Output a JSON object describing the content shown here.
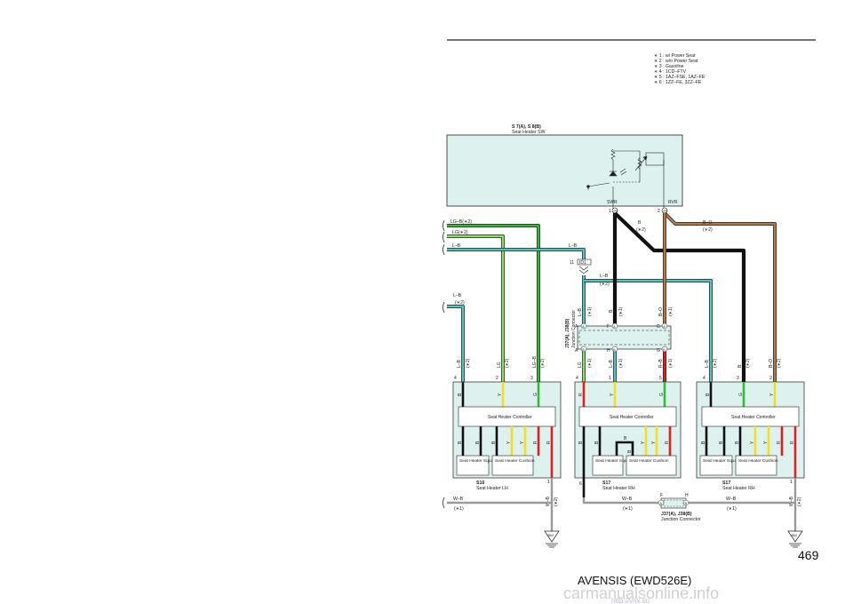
{
  "notes": [
    "∗ 1 : w/ Power Seat",
    "∗ 2 : w/o Power Seat",
    "∗ 3 : Gasoline",
    "∗ 4 : 1CD–FTV",
    "∗ 5 : 1AZ–FSE, 1AZ–FE",
    "∗ 6 : 1ZZ–FE, 3ZZ–FE"
  ],
  "switch": {
    "code": "S 7(A), S 8(B)",
    "name": "Seat Heater SW",
    "pin_left": "SWR",
    "pin_right": "RVR",
    "pin1": "1",
    "pin2": "2",
    "tag_left": "(A)",
    "tag_right": "(A)"
  },
  "wires_top": {
    "lgb": "LG–B(∗2)",
    "lg": "LG(∗2)",
    "lb": "L–B",
    "lb2": "L–B",
    "lb3": "L–B",
    "lb3_note": "(∗2)",
    "lb_left": "L–B",
    "lb_left_note": "(∗2)",
    "b": "B",
    "b_note": "(∗2)",
    "bo": "B–O",
    "bo_note": "(∗2)",
    "conn_no": "11",
    "conn_id": "ID1"
  },
  "junction": {
    "code": "J37(A), J38(B)",
    "name": "Junction Connector",
    "top_labels": [
      "L–B",
      "B",
      "B–O"
    ],
    "top_notes": [
      "(∗1)",
      "(∗1)",
      "(∗1)"
    ],
    "top_pins": [
      "A",
      "F",
      "G"
    ],
    "bot_pins": [
      "A",
      "H",
      "G"
    ],
    "pin_tags": [
      "A",
      "A",
      "A",
      "B",
      "B",
      "B"
    ]
  },
  "left_ctrl": {
    "wires": [
      "L–B",
      "LG",
      "LG–B"
    ],
    "notes": [
      "(∗2)",
      "(∗2)",
      "(∗2)"
    ],
    "pins": [
      "4",
      "2",
      "3"
    ],
    "colors_top": [
      "B",
      "Y",
      "G"
    ],
    "label": "Seat Heater Controller",
    "colors_bot": [
      "B",
      "B",
      "B",
      "Y",
      "Y",
      "R",
      "R"
    ],
    "squab": "Seat Heater Squab",
    "cushion": "Seat Heater Cushion",
    "code": "S16",
    "name": "Seat Heater LH",
    "pin_gnd": "1",
    "gnd_wire": "W–B",
    "gnd_note": "(∗2)"
  },
  "mid_ctrl": {
    "wires": [
      "LG",
      "L–B",
      "R–B"
    ],
    "notes": [
      "(∗1)",
      "(∗1)",
      "(∗1)"
    ],
    "pins": [
      "4",
      "1",
      "5"
    ],
    "colors_top": [
      "R",
      "Y",
      "G"
    ],
    "label": "Seat Heater Controller",
    "colors_bot": [
      "B",
      "B",
      "B",
      "Y",
      "Y",
      "R"
    ],
    "mid_b": "B",
    "squab": "Seat Heater Squab",
    "cushion": "Seat Heater Cushion",
    "code": "S17",
    "name": "Seat Heater RH",
    "pin_gnd": "6"
  },
  "right_ctrl": {
    "wires": [
      "L–B",
      "B",
      "B–O"
    ],
    "notes": [
      "(∗2)",
      "(∗2)",
      "(∗2)"
    ],
    "pins": [
      "4",
      "3",
      "2"
    ],
    "colors_top": [
      "B",
      "G",
      "Y"
    ],
    "label": "Seat Heater Controller",
    "colors_bot": [
      "B",
      "B",
      "B",
      "Y",
      "Y",
      "R",
      "R"
    ],
    "squab": "Seat Heater Squab",
    "cushion": "Seat Heater Cushion",
    "code": "S17",
    "name": "Seat Heater RH",
    "pin_gnd": "1",
    "gnd_wire": "W–B",
    "gnd_note": "(∗2)"
  },
  "ground": {
    "left_wire": "W–B",
    "left_note": "(∗1)",
    "mid_wire": "W–B",
    "mid_note": "(∗1)",
    "right_wire": "W–B",
    "right_note": "(∗1)",
    "jc_code": "J37(A), J38(B)",
    "jc_name": "Junction Connector",
    "jc_pin_f": "F",
    "jc_pin_h": "H",
    "jc_tag_a": "A",
    "jc_tag_b": "B",
    "gnd_left": "BW",
    "gnd_right": "BW"
  },
  "page_number": "469",
  "footer": "AVENSIS (EWD526E)",
  "watermark": "carmanualsonline.info",
  "watermark2": "http://vnx.su",
  "colors": {
    "panel": "#ddf2ee",
    "black": "#111111",
    "green": "#33bb33",
    "lightgreen": "#88e066",
    "teal": "#55c4c4",
    "brown": "#b07a4a",
    "yellow": "#f0e020",
    "red": "#e02020",
    "gray": "#999999"
  }
}
